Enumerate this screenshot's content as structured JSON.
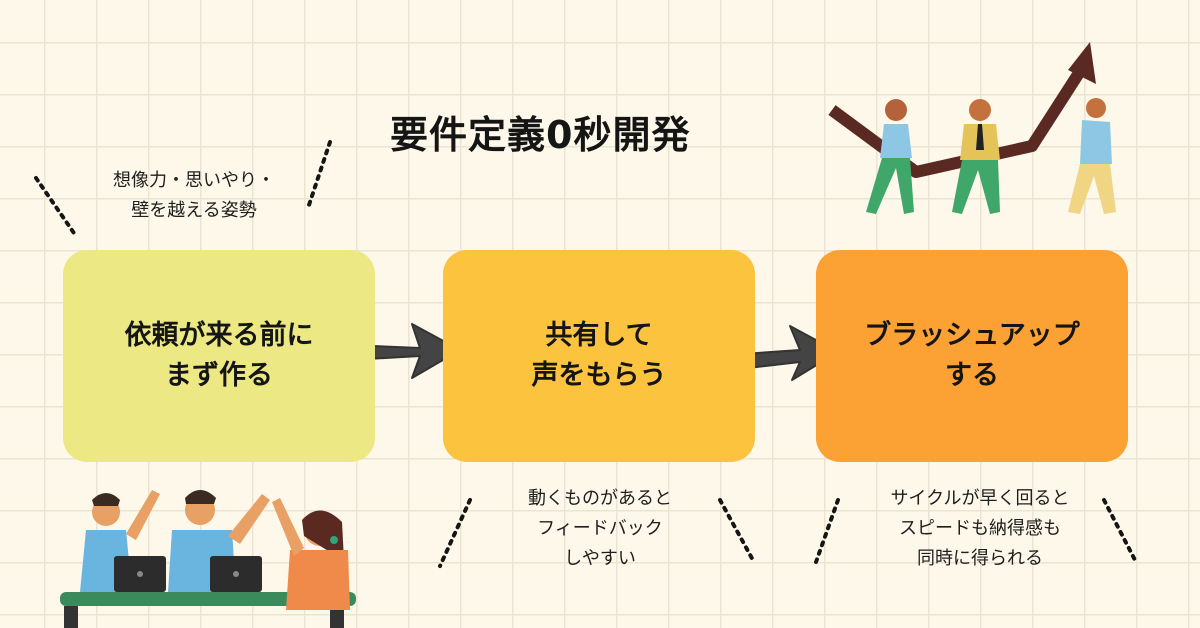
{
  "title": "要件定義0秒開発",
  "top_note": [
    "想像力・思いやり・",
    "壁を越える姿勢"
  ],
  "steps": [
    {
      "lines": [
        "依頼が来る前に",
        "まず作る"
      ],
      "color": "#ece985"
    },
    {
      "lines": [
        "共有して",
        "声をもらう"
      ],
      "color": "#fcc33f"
    },
    {
      "lines": [
        "ブラッシュアップ",
        "する"
      ],
      "color": "#fca235"
    }
  ],
  "notes": [
    [
      "動くものがあると",
      "フィードバック",
      "しやすい"
    ],
    [
      "サイクルが早く回ると",
      "スピードも納得感も",
      "同時に得られる"
    ]
  ],
  "icons": [
    "arrow-right-icon",
    "trend-up-arrow-icon",
    "team-high-five-illustration",
    "team-lifting-arrow-illustration"
  ]
}
